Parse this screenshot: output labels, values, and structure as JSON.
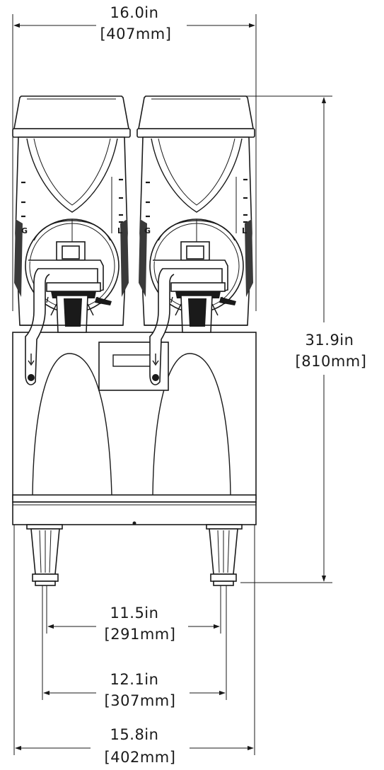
{
  "dimensions": {
    "overall_width": {
      "imperial": "16.0in",
      "metric": "[407mm]"
    },
    "overall_height": {
      "imperial": "31.9in",
      "metric": "[810mm]"
    },
    "inner_leg_spacing": {
      "imperial": "11.5in",
      "metric": "[291mm]"
    },
    "leg_center_spacing": {
      "imperial": "12.1in",
      "metric": "[307mm]"
    },
    "base_width": {
      "imperial": "15.8in",
      "metric": "[402mm]"
    }
  },
  "bowl_markings": {
    "gallons_letter": "G",
    "liters_letter": "L"
  }
}
